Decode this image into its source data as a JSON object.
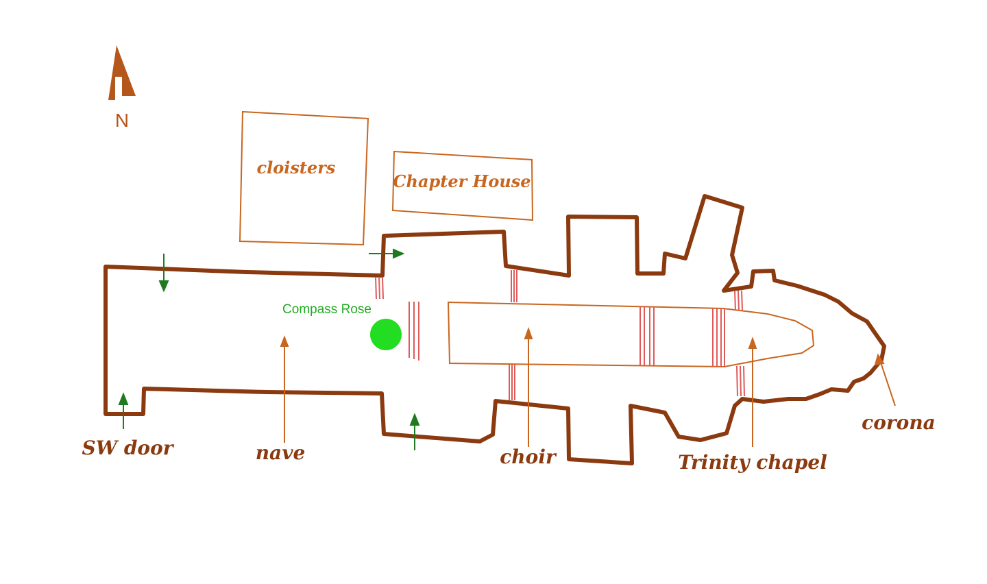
{
  "compass": {
    "label": "N",
    "icon": "north-arrow-icon"
  },
  "buildings": {
    "cloisters": "cloisters",
    "chapter_house": "Chapter House"
  },
  "labels": {
    "sw_door": "SW door",
    "nave": "nave",
    "choir": "choir",
    "trinity_chapel": "Trinity chapel",
    "corona": "corona"
  },
  "marker": {
    "label": "Compass Rose",
    "icon": "location-dot-icon"
  },
  "colors": {
    "outline": "#8b3a0f",
    "label": "#8b3a0f",
    "annotation": "#c8661f",
    "arrow_green": "#1e7a1e",
    "step_marks": "#e05a5a",
    "marker": "#22dd22",
    "marker_label": "#22aa22"
  }
}
